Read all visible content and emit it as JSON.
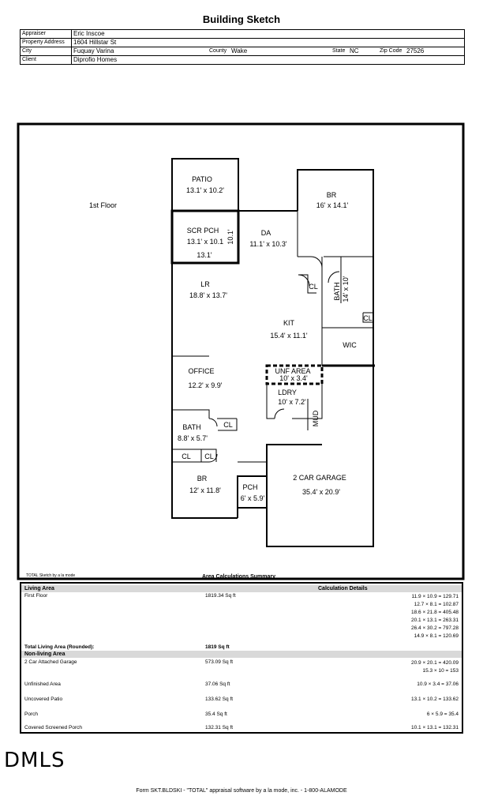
{
  "header": {
    "title": "Building Sketch",
    "rows": [
      {
        "label": "Appraiser",
        "value": "Eric Inscoe"
      },
      {
        "label": "Property Address",
        "value": "1604 Hillstar St"
      },
      {
        "label": "City",
        "value": "Fuquay Varina",
        "county_label": "County",
        "county": "Wake",
        "state_label": "State",
        "state": "NC",
        "zip_label": "Zip Code",
        "zip": "27526"
      },
      {
        "label": "Client",
        "value": "Diprofio Homes"
      }
    ]
  },
  "sketch": {
    "floor_label": "1st Floor",
    "credit": "TOTAL Sketch by a la mode",
    "rooms": [
      {
        "name": "PATIO",
        "dims": "13.1' x 10.2'"
      },
      {
        "name": "SCR PCH",
        "dims": "13.1' x 10.1",
        "extra1": "13.1'",
        "extra2": "10.1'"
      },
      {
        "name": "DA",
        "dims": "11.1' x 10.3'"
      },
      {
        "name": "BR",
        "dims": "16' x 14.1'"
      },
      {
        "name": "LR",
        "dims": "18.8' x 13.7'"
      },
      {
        "name": "CL"
      },
      {
        "name": "BATH",
        "dims": "14' x 10'"
      },
      {
        "name": "CL"
      },
      {
        "name": "KIT",
        "dims": "15.4' x 11.1'"
      },
      {
        "name": "WIC"
      },
      {
        "name": "OFFICE",
        "dims": "12.2' x 9.9'"
      },
      {
        "name": "UNF AREA",
        "dims": "10' x 3.4'"
      },
      {
        "name": "LDRY",
        "dims": "10' x 7.2'"
      },
      {
        "name": "MUD"
      },
      {
        "name": "BATH",
        "dims": "8.8' x 5.7'"
      },
      {
        "name": "CL"
      },
      {
        "name": "CL"
      },
      {
        "name": "CL"
      },
      {
        "name": "BR",
        "dims": "12' x 11.8'"
      },
      {
        "name": "PCH",
        "dims": "6' x 5.9'"
      },
      {
        "name": "2 CAR GARAGE",
        "dims": "35.4' x 20.9'"
      }
    ]
  },
  "summary": {
    "title": "Area Calculations Summary",
    "living_label": "Living Area",
    "calc_label": "Calculation Details",
    "first_floor": {
      "label": "First Floor",
      "area": "1819.34 Sq ft"
    },
    "calcs": [
      "11.9 × 10.9 = 129.71",
      "12.7 × 8.1 = 102.87",
      "18.6 × 21.8 = 405.48",
      "20.1 × 13.1 = 263.31",
      "26.4 × 30.2 = 797.28",
      "14.9 × 8.1 = 120.69"
    ],
    "total_label": "Total Living Area (Rounded):",
    "total_value": "1819 Sq ft",
    "nonliving_label": "Non-living Area",
    "nonliving": [
      {
        "label": "2 Car Attached Garage",
        "area": "573.09 Sq ft",
        "calc": [
          "20.9 × 20.1 = 420.09",
          "15.3 × 10 = 153"
        ]
      },
      {
        "label": "Unfinished Area",
        "area": "37.06 Sq ft",
        "calc": [
          "10.9 × 3.4 = 37.06"
        ]
      },
      {
        "label": "Uncovered Patio",
        "area": "133.62 Sq ft",
        "calc": [
          "13.1 × 10.2 = 133.62"
        ]
      },
      {
        "label": "Porch",
        "area": "35.4 Sq ft",
        "calc": [
          "6 × 5.9 = 35.4"
        ]
      },
      {
        "label": "Covered Screened Porch",
        "area": "132.31 Sq ft",
        "calc": [
          "10.1 × 13.1 = 132.31"
        ]
      }
    ]
  },
  "logo": "DMLS",
  "footer": "Form SKT.BLDSKI - \"TOTAL\" appraisal software by a la mode, inc. - 1-800-ALAMODE"
}
